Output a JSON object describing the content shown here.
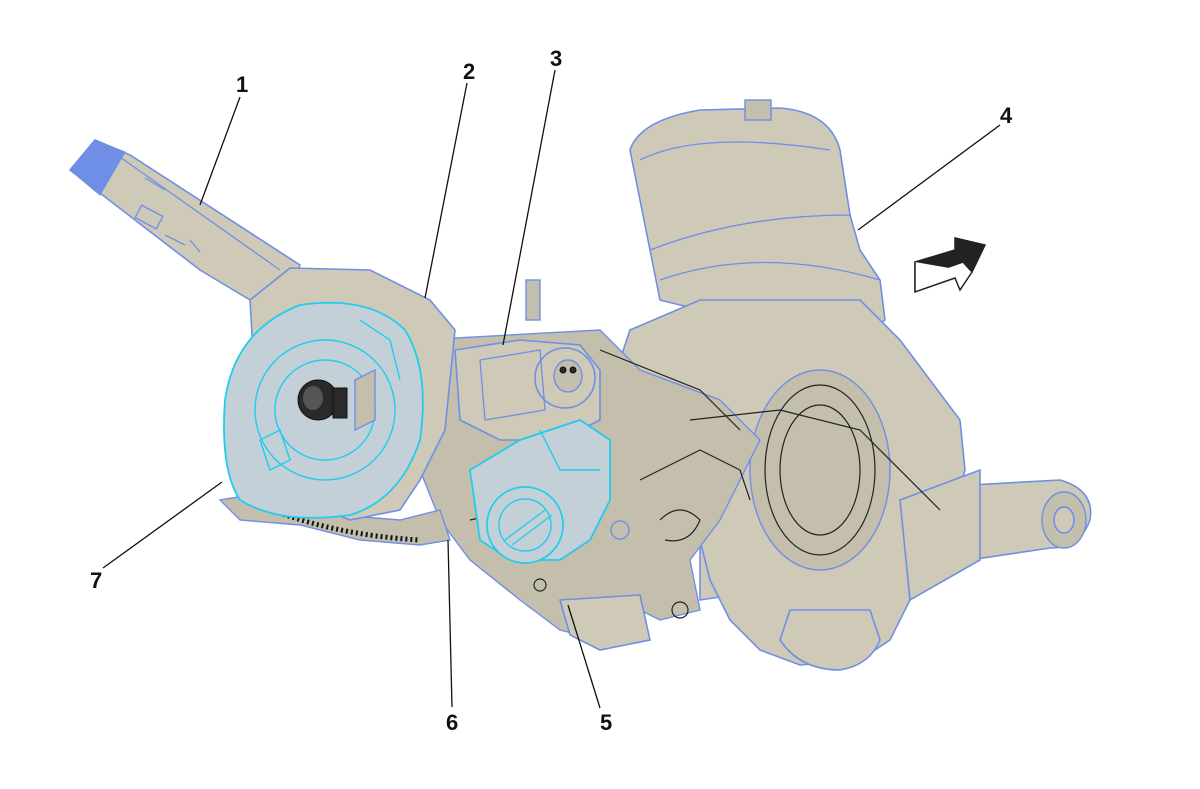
{
  "colors": {
    "part_fill": "#cfcab8",
    "part_outline": "#6f8fe6",
    "highlight_outline": "#22ccee",
    "label_color": "#111111"
  },
  "callouts": [
    {
      "id": "1",
      "label": "1"
    },
    {
      "id": "2",
      "label": "2"
    },
    {
      "id": "3",
      "label": "3"
    },
    {
      "id": "4",
      "label": "4"
    },
    {
      "id": "5",
      "label": "5"
    },
    {
      "id": "6",
      "label": "6"
    },
    {
      "id": "7",
      "label": "7"
    }
  ],
  "icons": {
    "direction": "arrow-right-icon"
  }
}
